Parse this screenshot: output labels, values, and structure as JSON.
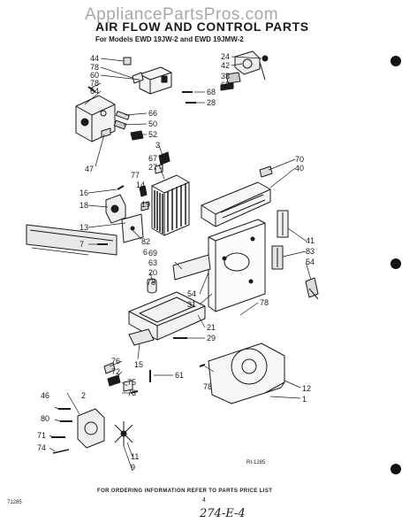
{
  "watermark": "AppliancePartsPros.com",
  "title": "AIR FLOW AND CONTROL PARTS",
  "subtitle": "For Models EWD 19JW-2 and EWD 19JMW-2",
  "callouts": [
    "44",
    "78",
    "60",
    "78",
    "64",
    "66",
    "50",
    "52",
    "3",
    "67",
    "27",
    "47",
    "16",
    "77",
    "14",
    "18",
    "19",
    "13",
    "82",
    "6",
    "7",
    "69",
    "63",
    "20",
    "78",
    "54",
    "31",
    "21",
    "29",
    "15",
    "76",
    "72",
    "75",
    "73",
    "61",
    "2",
    "46",
    "80",
    "71",
    "74",
    "11",
    "9",
    "78",
    "24",
    "42",
    "33",
    "65",
    "68",
    "28",
    "70",
    "40",
    "41",
    "83",
    "54",
    "78",
    "12",
    "1"
  ],
  "reference_code": "RI-1285",
  "footer_note": "FOR ORDERING INFORMATION REFER TO PARTS PRICE LIST",
  "page_number": "4",
  "document_number": "71285",
  "handwritten_note": "274-E-4",
  "colors": {
    "ink": "#1a1a1a",
    "paper": "#ffffff",
    "watermark": "#9a9a9a"
  }
}
